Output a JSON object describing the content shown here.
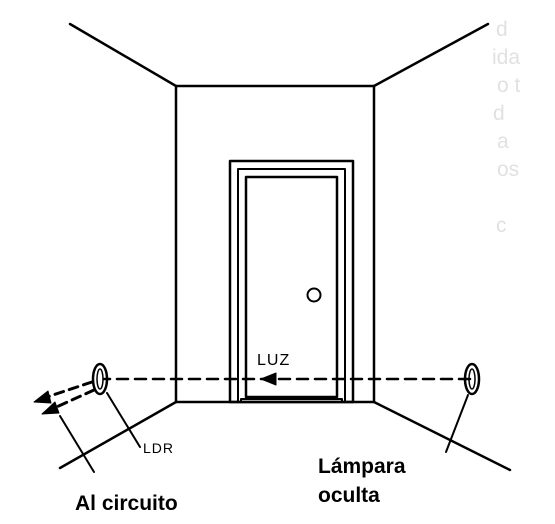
{
  "labels": {
    "light": "LUZ",
    "sensor": "LDR",
    "lamp_line1": "Lámpara",
    "lamp_line2": "oculta",
    "circuit": "Al circuito"
  },
  "colors": {
    "ink": "#000000",
    "background": "#ffffff",
    "bleed_text": "#c9c9c9"
  }
}
